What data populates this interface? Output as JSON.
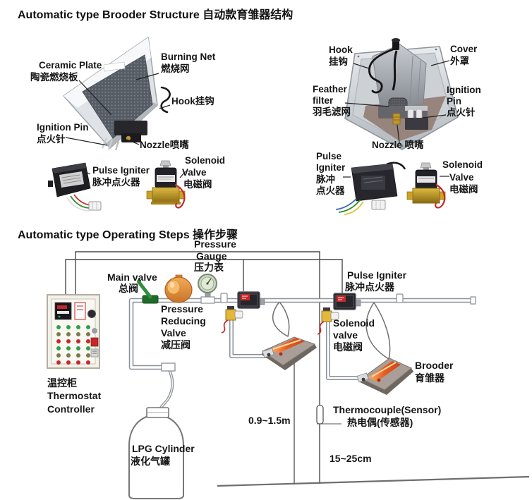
{
  "s1": {
    "title": "Automatic type Brooder Structure 自动款育雏器结构",
    "front": {
      "ceramic_en": "Ceramic Plate",
      "ceramic_zh": "陶瓷燃烧板",
      "burning_en": "Burning Net",
      "burning_zh": "燃烧网",
      "hook": "Hook挂钩",
      "ignition_en": "Ignition Pin",
      "ignition_zh": "点火针",
      "nozzle": "Nozzle喷嘴",
      "igniter_en": "Pulse Igniter",
      "igniter_zh": "脉冲点火器",
      "solenoid_l1": "Solenoid",
      "solenoid_l2": "Valve",
      "solenoid_l3": "电磁阀"
    },
    "back": {
      "hook_en": "Hook",
      "hook_zh": "挂钩",
      "cover_en": "Cover",
      "cover_zh": "外罩",
      "feather_l1": "Feather",
      "feather_l2": "filter",
      "feather_l3": "羽毛滤网",
      "ignition_l1": "Ignition",
      "ignition_l2": "Pin",
      "ignition_l3": "点火针",
      "nozzle": "Nozzle 喷嘴",
      "igniter_l1": "Pulse",
      "igniter_l2": "Igniter",
      "igniter_l3": "脉冲",
      "igniter_l4": "点火器",
      "solenoid_l1": "Solenoid",
      "solenoid_l2": "Valve",
      "solenoid_l3": "电磁阀"
    }
  },
  "s2": {
    "title": "Automatic type Operating Steps 操作步骤",
    "gauge_l1": "Pressure",
    "gauge_l2": "Gauge",
    "gauge_l3": "压力表",
    "main_valve_l1": "Main valve",
    "main_valve_l2": "总阀",
    "prv_l1": "Pressure",
    "prv_l2": "Reducing",
    "prv_l3": "Valve",
    "prv_l4": "减压阀",
    "igniter_l1": "Pulse Igniter",
    "igniter_l2": "脉冲点火器",
    "solenoid_l1": "Solenoid",
    "solenoid_l2": "valve",
    "solenoid_l3": "电磁阀",
    "brooder_l1": "Brooder",
    "brooder_l2": "育雏器",
    "thermostat_l1": "温控柜",
    "thermostat_l2": "Thermostat",
    "thermostat_l3": "Controller",
    "lpg_l1": "LPG Cylinder",
    "lpg_l2": "液化气罐",
    "thermo_l1": "Thermocouple(Sensor)",
    "thermo_l2": "热电偶(传感器)",
    "dim_height": "0.9~1.5m",
    "dim_sensor": "15~25cm"
  },
  "colors": {
    "accent_red": "#c62828",
    "brass": "#c9a227",
    "glow_orange": "#e85c20",
    "valve_green": "#2e7d32",
    "solenoid_yellow": "#e3b93c",
    "pipe_gray": "#8a9097"
  }
}
